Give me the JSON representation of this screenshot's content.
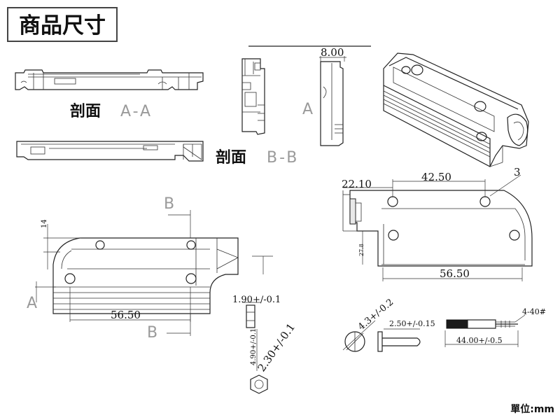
{
  "title": "商品尺寸",
  "unit": "單位:mm",
  "sections": {
    "aa_prefix": "剖面",
    "aa_suffix": "A-A",
    "bb_prefix": "剖面",
    "bb_suffix": "B-B"
  },
  "markers": {
    "a_side": "A",
    "a_left": "A",
    "b_top": "B",
    "b_bottom": "B"
  },
  "dimensions": {
    "side_width": "8.00",
    "front_height": "14",
    "front_length": "56.50",
    "right_offset": "22.10",
    "right_hole_span": "42.50",
    "right_callout": "3",
    "right_height": "27.8",
    "right_length": "56.50",
    "nut_width": "1.90+/-0.1",
    "nut_height": "4.90+/-0.1",
    "nut_diag": "2.30+/-0.1",
    "screw_head": "4.3+/-0.2",
    "screw_shank": "2.50+/-0.15",
    "pin_thread": "4-40#",
    "pin_length": "44.00+/-0.5"
  }
}
